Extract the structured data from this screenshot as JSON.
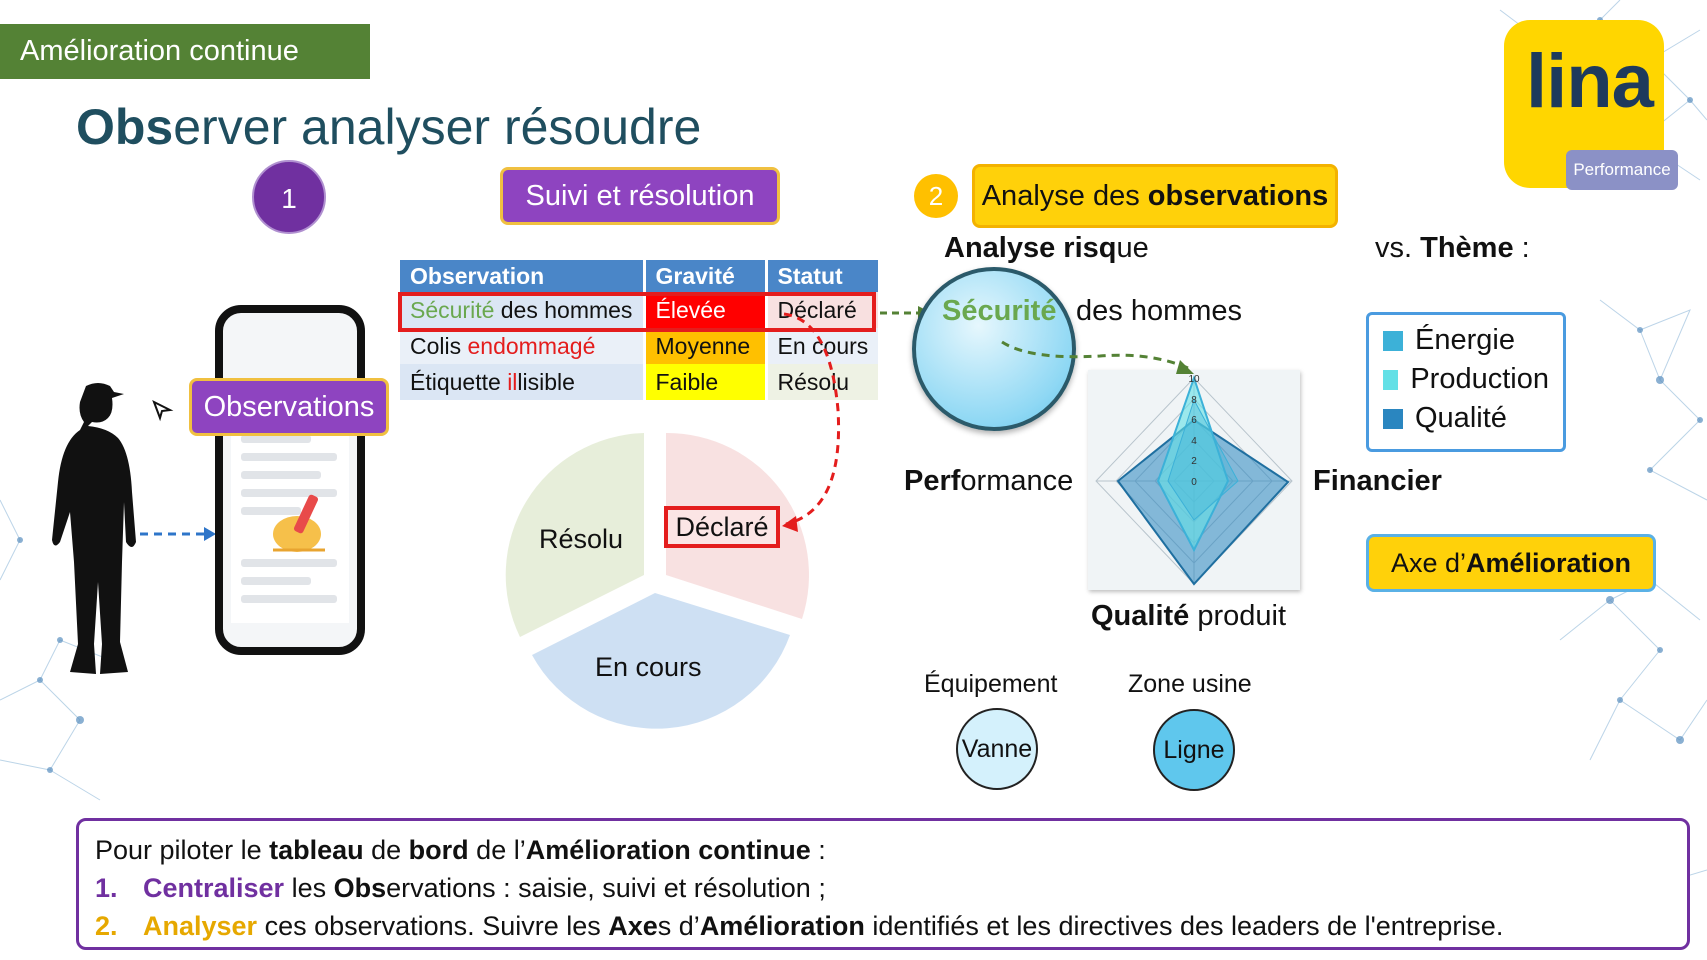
{
  "banner": "Amélioration continue",
  "title": {
    "bold": "Obs",
    "rest": "erver analyser résoudre"
  },
  "logo": {
    "text": "lina",
    "badge": "Performance"
  },
  "step1": {
    "number": "1",
    "label": "Suivi et résolution"
  },
  "observations_label": "Observations",
  "table": {
    "headers": [
      "Observation",
      "Gravité",
      "Statut"
    ],
    "rows": [
      {
        "obs_a": "Sécurité",
        "obs_b": " des hommes",
        "gravite": "Élevée",
        "statut": "Déclaré"
      },
      {
        "obs_a": "Colis ",
        "obs_b": "endommagé",
        "gravite": "Moyenne",
        "statut": "En cours"
      },
      {
        "obs_a": "Étiquette ",
        "obs_b": "il",
        "obs_c": "lisible",
        "gravite": "Faible",
        "statut": "Résolu"
      }
    ]
  },
  "pie": {
    "resolu": "Résolu",
    "en_cours": "En cours",
    "declare": "Déclaré"
  },
  "step2": {
    "number": "2",
    "label_a": "Analyse des ",
    "label_b": "observations"
  },
  "analyse_risque": {
    "a": "Analyse risq",
    "b": "ue"
  },
  "vs_theme": {
    "a": "vs. ",
    "b": "Thème",
    "c": " :"
  },
  "securite": {
    "a": "Sécurité",
    "b": "des hommes"
  },
  "radar": {
    "axes": {
      "top": "Sécurité des hommes",
      "right": "Financier",
      "bottom": "Qualité produit",
      "left": "Performance"
    },
    "ticks": [
      "10",
      "8",
      "6",
      "4",
      "2",
      "0"
    ],
    "perf": {
      "a": "Perf",
      "b": "ormance"
    },
    "financier": "Financier",
    "qualite": {
      "a": "Qualité",
      "b": " produit"
    }
  },
  "legend": [
    {
      "label": "Énergie",
      "color": "#3cb1d8"
    },
    {
      "label": "Production",
      "color": "#63e0e6"
    },
    {
      "label": "Qualité",
      "color": "#2a86c0"
    }
  ],
  "axe": {
    "a": "Axe d’",
    "b": "Amélioration"
  },
  "equipement": {
    "label": "Équipement",
    "node": "Vanne"
  },
  "zone": {
    "label": "Zone usine",
    "node": "Ligne"
  },
  "bottom": {
    "l1": {
      "a": "Pour piloter le ",
      "b": "tableau",
      "c": " de ",
      "d": "bord",
      "e": " de l’",
      "f": "Amélioration continue",
      "g": " :"
    },
    "l2": {
      "num": "1.",
      "a": "Centraliser",
      "b": " les ",
      "c": "Obs",
      "d": "ervations : saisie, suivi et résolution ;"
    },
    "l3": {
      "num": "2.",
      "a": "Analyser",
      "b": " ces observations. Suivre les ",
      "c": "Axe",
      "d": "s d’",
      "e": "Amélioration",
      "f": " identifiés et les directives des leaders de l'entreprise."
    }
  },
  "colors": {
    "accent_purple": "#7030a0",
    "accent_yellow": "#ffc000",
    "banner_green": "#548235",
    "highlight_red": "#e41d1d"
  }
}
